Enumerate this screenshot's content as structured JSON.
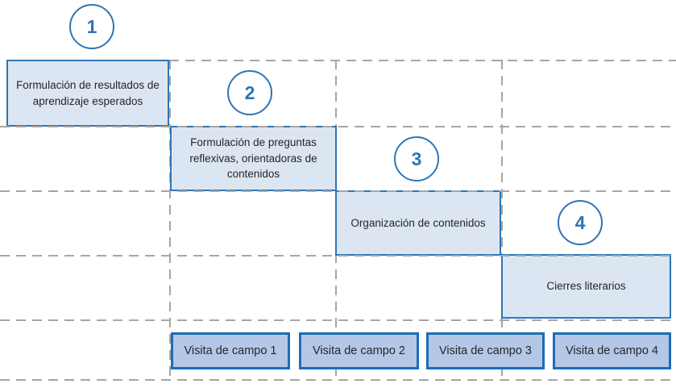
{
  "diagram": {
    "steps": [
      {
        "number": "1",
        "label": "Formulación de resultados de aprendizaje esperados"
      },
      {
        "number": "2",
        "label": "Formulación de preguntas reflexivas, orientadoras de contenidos"
      },
      {
        "number": "3",
        "label": "Organización de contenidos"
      },
      {
        "number": "4",
        "label": "Cierres literarios"
      }
    ],
    "field_visits": [
      {
        "label": "Visita de campo 1"
      },
      {
        "label": "Visita de campo 2"
      },
      {
        "label": "Visita de campo 3"
      },
      {
        "label": "Visita de campo 4"
      }
    ],
    "colors": {
      "step_fill": "#dce6f2",
      "step_border": "#2e75b6",
      "visit_fill": "#b4c7e7",
      "visit_border": "#1b6db8",
      "circle_border": "#2e75b6",
      "number_text": "#2e74b5",
      "grid_line": "#a6a6a6",
      "box_text": "#262626",
      "background": "#ffffff"
    }
  }
}
